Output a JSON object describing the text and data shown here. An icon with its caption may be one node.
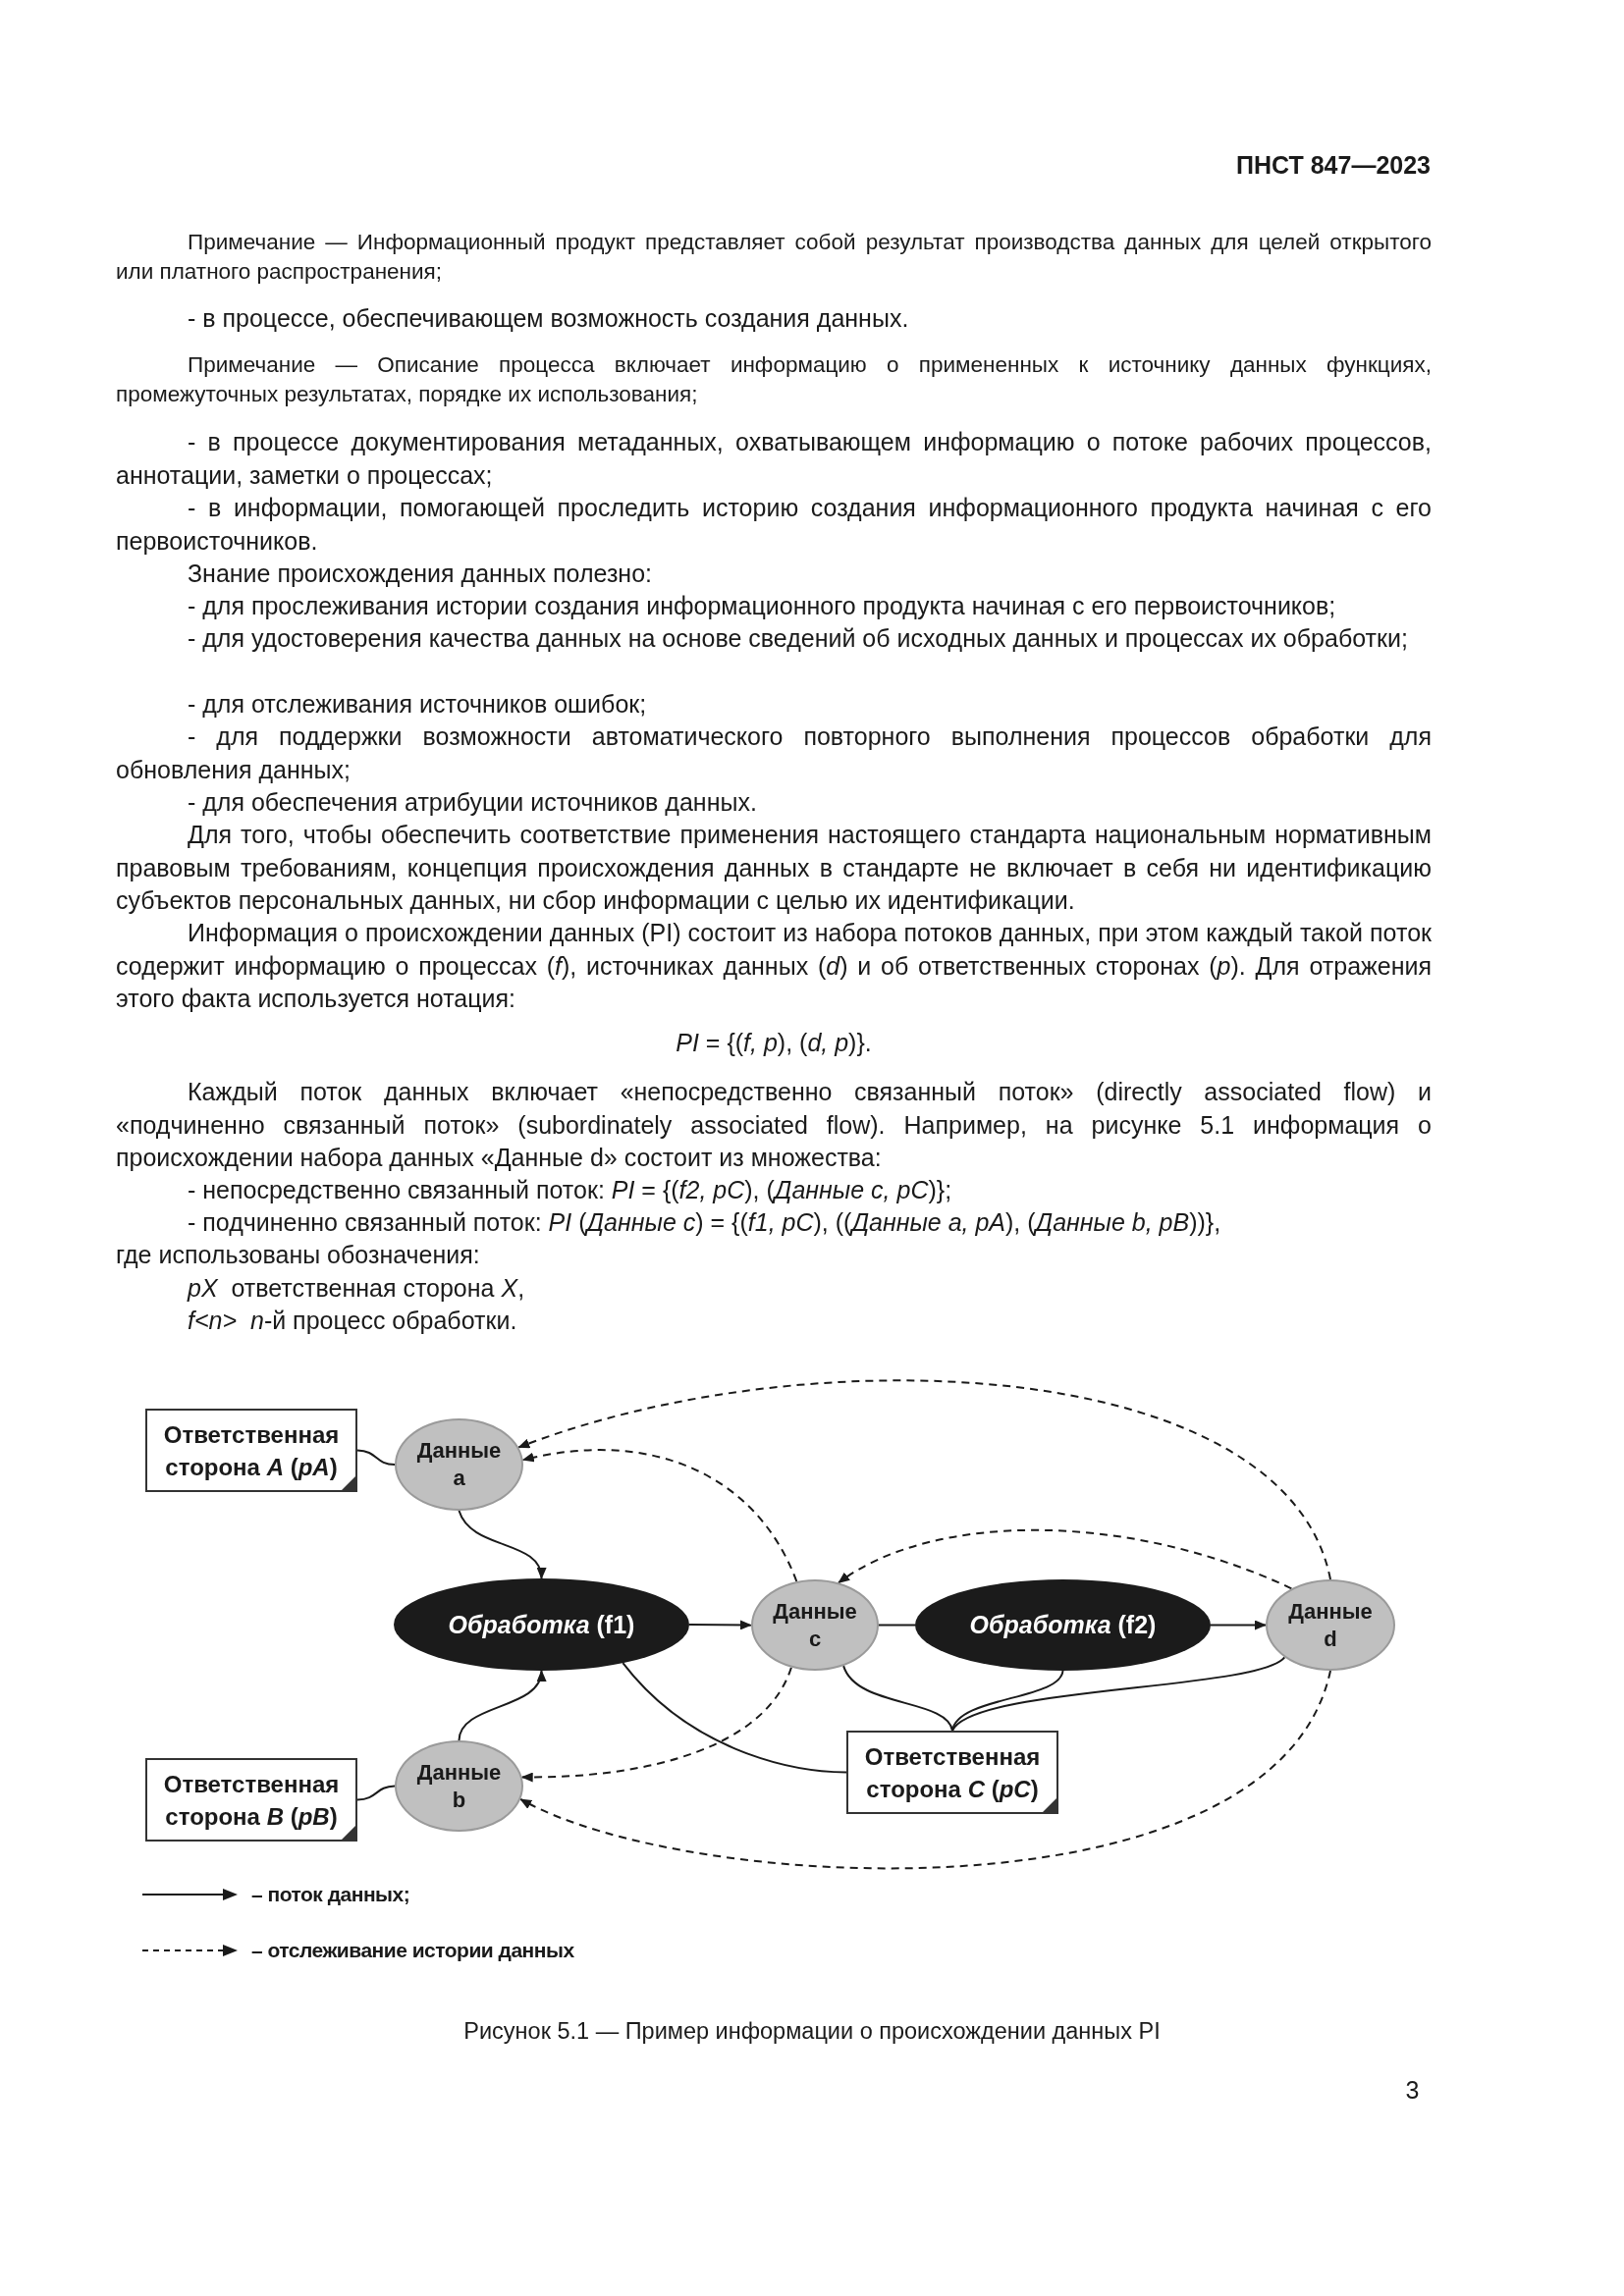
{
  "diagram": {
    "caption": "Рисунок 5.1 — Пример информации о происхождении данных PI",
    "nodes": [
      {
        "text": [
          "Ответственная сторона *A* (*pA*)"
        ]
      },
      {
        "text": [
          "Данные a"
        ]
      },
      {
        "text": [
          "*Обработка* (f1)"
        ]
      },
      {
        "text": [
          "Данные c"
        ]
      },
      {
        "text": [
          "*Обработка* (f2)"
        ]
      },
      {
        "text": [
          "Данные d"
        ]
      },
      {
        "text": [
          "Ответственная сторона *B* (*pB*)"
        ]
      },
      {
        "text": [
          "Данные b"
        ]
      },
      {
        "text": [
          "Ответственная сторона *C* (*pC*)"
        ]
      }
    ],
    "edges": [
      {
        "from": 0,
        "to": 1,
        "arrow": "none"
      },
      {
        "from": 1,
        "to": 2,
        "arrow": "to"
      },
      {
        "from": 7,
        "to": 2,
        "arrow": "to"
      },
      {
        "from": 6,
        "to": 7,
        "arrow": "none"
      },
      {
        "from": 2,
        "to": 3,
        "arrow": "to"
      },
      {
        "from": 3,
        "to": 4,
        "arrow": "none"
      },
      {
        "from": 4,
        "to": 5,
        "arrow": "to"
      },
      {
        "from": 2,
        "to": 8,
        "arrow": "none"
      },
      {
        "from": 3,
        "to": 8,
        "arrow": "none"
      },
      {
        "from": 4,
        "to": 8,
        "arrow": "none"
      },
      {
        "from": 5,
        "to": 8,
        "arrow": "none"
      },
      {
        "from": 5,
        "to": 1,
        "arrow": "to",
        "style": "dashed"
      },
      {
        "from": 3,
        "to": 1,
        "arrow": "to",
        "style": "dashed"
      },
      {
        "from": 5,
        "to": 3,
        "arrow": "to",
        "style": "dashed"
      },
      {
        "from": 3,
        "to": 7,
        "arrow": "to",
        "style": "dashed"
      },
      {
        "from": 5,
        "to": 7,
        "arrow": "to",
        "style": "dashed"
      }
    ],
    "labels": [
      "ПНСТ 847—2023",
      "Примечание — Информационный продукт представляет собой результат производства данных для целей открытого или платного распространения;",
      "- в процессе, обеспечивающем возможность создания данных.",
      "Примечание — Описание процесса включает информацию о примененных к источнику данных функциях, промежуточных результатах, порядке их использования;",
      "- в процессе документирования метаданных, охватывающем информацию о потоке рабочих процессов, аннотации, заметки о процессах;",
      "- в информации, помогающей проследить историю создания информационного продукта начиная с его первоисточников.",
      "Знание происхождения данных полезно:",
      "- для прослеживания истории создания информационного продукта начиная с его первоисточников;",
      "- для удостоверения качества данных на основе сведений об исходных данных и процессах их обработки;",
      "- для отслеживания источников ошибок;",
      "- для поддержки возможности автоматического повторного выполнения процессов обработки для обновления данных;",
      "- для обеспечения атрибуции источников данных.",
      "Для того, чтобы обеспечить соответствие применения настоящего стандарта национальным нормативным правовым требованиям, концепция происхождения данных в стандарте не включает в себя ни идентификацию субъектов персональных данных, ни сбор информации с целью их идентификации.",
      "Информация о происхождении данных (PI) состоит из набора потоков данных, при этом каждый такой поток содержит информацию о процессах (*f*), источниках данных (*d*) и об ответственных сторонах (*p*). Для отражения этого факта используется нотация:",
      "*PI* = {(*f, p*), (*d, p*)}.",
      "Каждый поток данных включает «непосредственно связанный поток» (directly associated flow) и «подчиненно связанный поток» (subordinately associated flow). Например, на рисунке 5.1 информация о происхождении набора данных «Данные d» состоит из множества:",
      "- непосредственно связанный поток: *PI* = {(*f2, pC*), (*Данные c, pC*)};",
      "- подчиненно связанный поток: *PI* (*Данные c*) = {(*f1, pC*), ((*Данные a, pA*), (*Данные b, pB*))},",
      "где использованы обозначения:",
      "*pX*  ответственная сторона *X*,",
      "*f<n>*  *n*-й процесс обработки.",
      "3"
    ],
    "legend": [
      {
        "text": "– поток данных;"
      },
      {
        "text": "– отслеживание истории данных"
      }
    ]
  }
}
